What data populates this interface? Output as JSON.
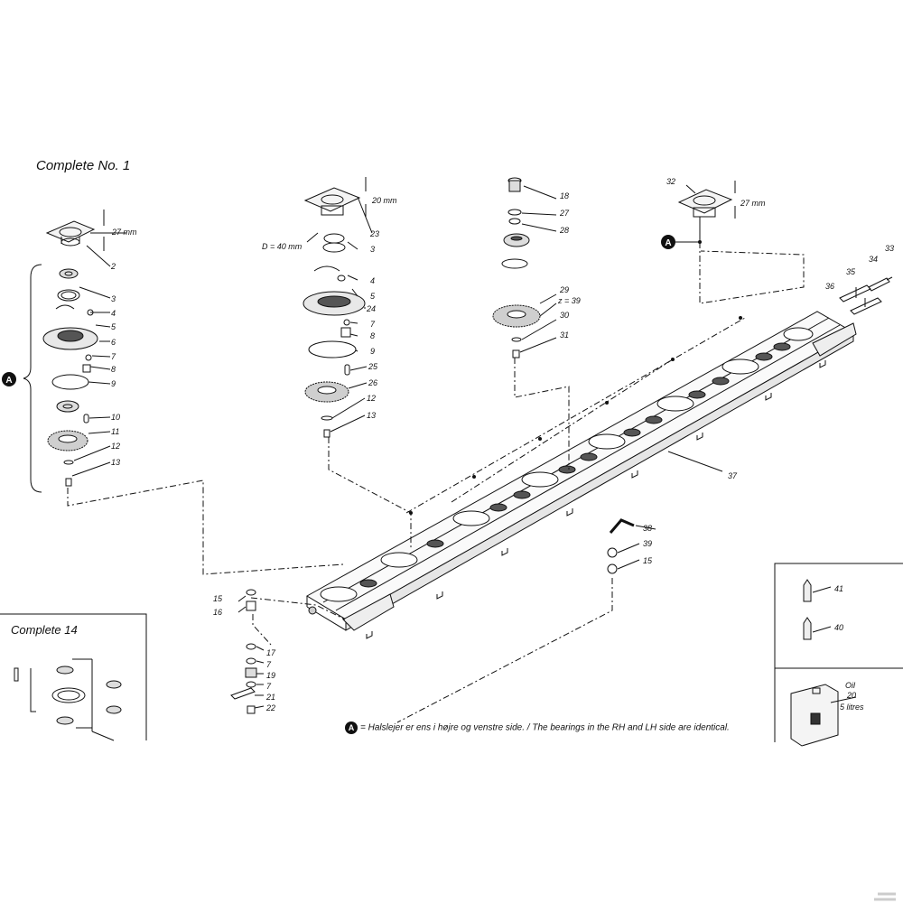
{
  "titles": {
    "complete1": "Complete No. 1",
    "complete14": "Complete  14"
  },
  "callout_letter": "A",
  "footnote": "= Halslejer er ens i højre og venstre side. / The bearings in the RH and LH side are identical.",
  "dimensions": {
    "d20": "20 mm",
    "d27_left": "27 mm",
    "d27_right": "27 mm",
    "d40": "D = 40 mm",
    "z39": "z = 39"
  },
  "oil": {
    "label": "Oil",
    "number": "20",
    "volume": "5 litres"
  },
  "labels": {
    "l2": "2",
    "l3a": "3",
    "l4a": "4",
    "l5a": "5",
    "l6": "6",
    "l7a": "7",
    "l8a": "8",
    "l9a": "9",
    "l10": "10",
    "l11": "11",
    "l12a": "12",
    "l13a": "13",
    "l23": "23",
    "l3b": "3",
    "l4b": "4",
    "l5b": "5",
    "l24": "24",
    "l7b": "7",
    "l8b": "8",
    "l9b": "9",
    "l25": "25",
    "l26": "26",
    "l12b": "12",
    "l13b": "13",
    "l18": "18",
    "l27": "27",
    "l28": "28",
    "l29": "29",
    "l30": "30",
    "l31": "31",
    "l32": "32",
    "l33": "33",
    "l34": "34",
    "l35": "35",
    "l36": "36",
    "l37": "37",
    "l38": "38",
    "l39": "39",
    "l15a": "15",
    "l15b": "15",
    "l16": "16",
    "l17": "17",
    "l7c": "7",
    "l19": "19",
    "l7d": "7",
    "l21": "21",
    "l22": "22",
    "l41": "41",
    "l40": "40"
  }
}
